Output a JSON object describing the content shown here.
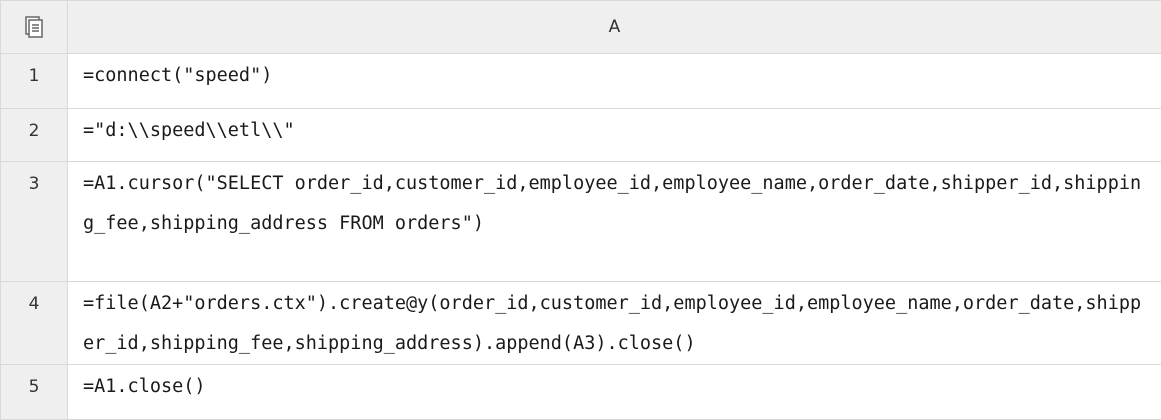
{
  "header": {
    "column_a": "A"
  },
  "rows": [
    {
      "number": "1",
      "formula": "=connect(\"speed\")"
    },
    {
      "number": "2",
      "formula": "=\"d:\\\\speed\\\\etl\\\\\""
    },
    {
      "number": "3",
      "formula": "=A1.cursor(\"SELECT order_id,customer_id,employee_id,employee_name,order_date,shipper_id,shipping_fee,shipping_address FROM orders\")"
    },
    {
      "number": "4",
      "formula": "=file(A2+\"orders.ctx\").create@y(order_id,customer_id,employee_id,employee_name,order_date,shipper_id,shipping_fee,shipping_address).append(A3).close()"
    },
    {
      "number": "5",
      "formula": "=A1.close()"
    }
  ],
  "icons": {
    "corner": "sheet-icon"
  }
}
